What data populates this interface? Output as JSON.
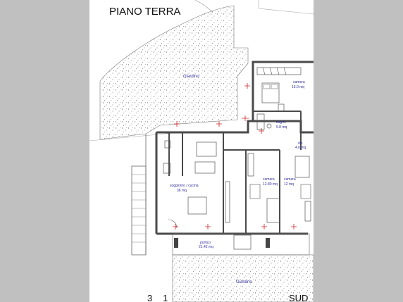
{
  "title": "PIANO TERRA",
  "orientation": "SUD",
  "corner_marks": [
    "3",
    "1"
  ],
  "rooms": {
    "garden_top": "Giardino",
    "garden_bottom": "Giardino",
    "camera_top": {
      "name": "camera",
      "area": "15.0 mq"
    },
    "bagno": {
      "name": "bagno",
      "area": "5.8 mq"
    },
    "dis": {
      "name": "dis",
      "area": "4.6 mq"
    },
    "soggiorno": {
      "name": "soggiorno / cucina",
      "area": "36 mq"
    },
    "camera_mid": {
      "name": "camera",
      "area": "12.80 mq"
    },
    "camera_right": {
      "name": "camera",
      "area": "12 mq"
    },
    "portico": {
      "name": "portico",
      "area": "21.42 mq"
    }
  },
  "colors": {
    "background": "#c0c0c0",
    "sheet": "#ffffff",
    "wall": "#4a4a4a",
    "room_label": "#2f2f9a",
    "dimension": "#cc2222",
    "garden_dots": "#8a8a8a"
  }
}
